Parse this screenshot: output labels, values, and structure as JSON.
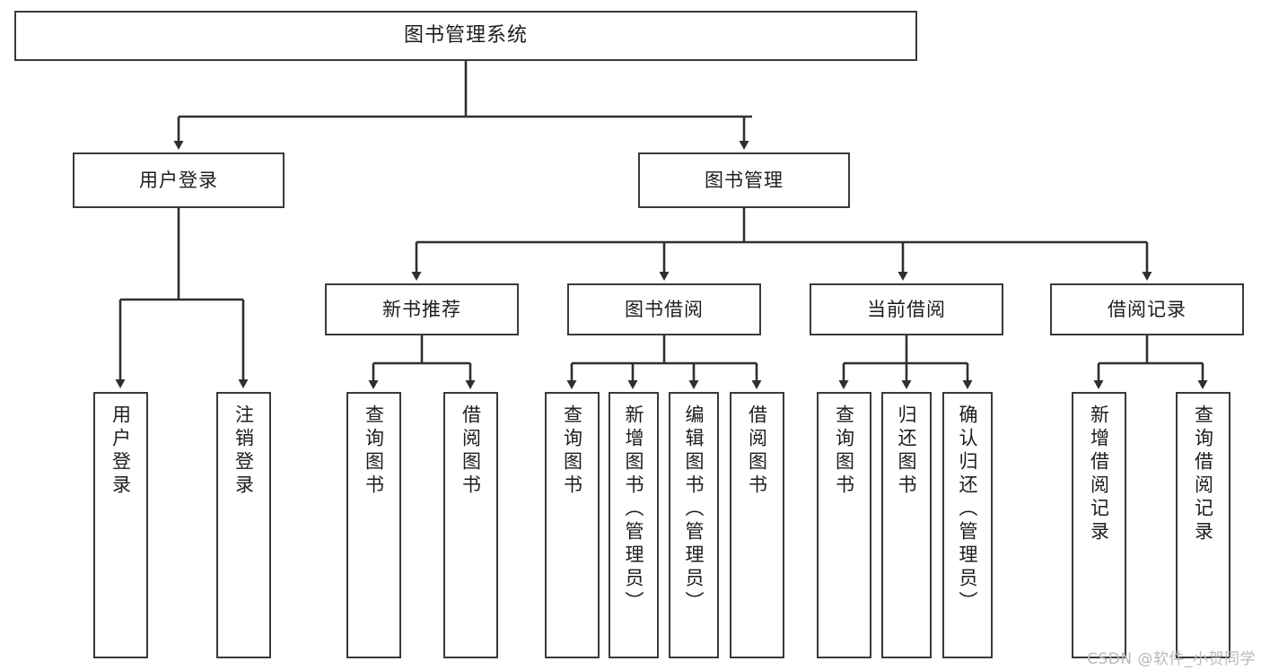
{
  "diagram": {
    "title": "图书管理系统",
    "type": "tree",
    "colors": {
      "box_border": "#3a3a3a",
      "box_fill": "#ffffff",
      "connector": "#2f2f2f",
      "text": "#1d1d1d",
      "watermark": "#b9b9b9"
    },
    "root": {
      "label": "图书管理系统"
    },
    "level2": [
      {
        "label": "用户登录"
      },
      {
        "label": "图书管理"
      }
    ],
    "level3": [
      {
        "label": "新书推荐"
      },
      {
        "label": "图书借阅"
      },
      {
        "label": "当前借阅"
      },
      {
        "label": "借阅记录"
      }
    ],
    "leaves": {
      "user_login": [
        {
          "label": "用户登录"
        },
        {
          "label": "注销登录"
        }
      ],
      "new_book": [
        {
          "label": "查询图书"
        },
        {
          "label": "借阅图书"
        }
      ],
      "book_borrow": [
        {
          "label": "查询图书"
        },
        {
          "label": "新增图书（管理员）"
        },
        {
          "label": "编辑图书（管理员）"
        },
        {
          "label": "借阅图书"
        }
      ],
      "current_borrow": [
        {
          "label": "查询图书"
        },
        {
          "label": "归还图书"
        },
        {
          "label": "确认归还（管理员）"
        }
      ],
      "borrow_record": [
        {
          "label": "新增借阅记录"
        },
        {
          "label": "查询借阅记录"
        }
      ]
    }
  },
  "watermark": {
    "text": "CSDN @软件_小贺同学"
  }
}
